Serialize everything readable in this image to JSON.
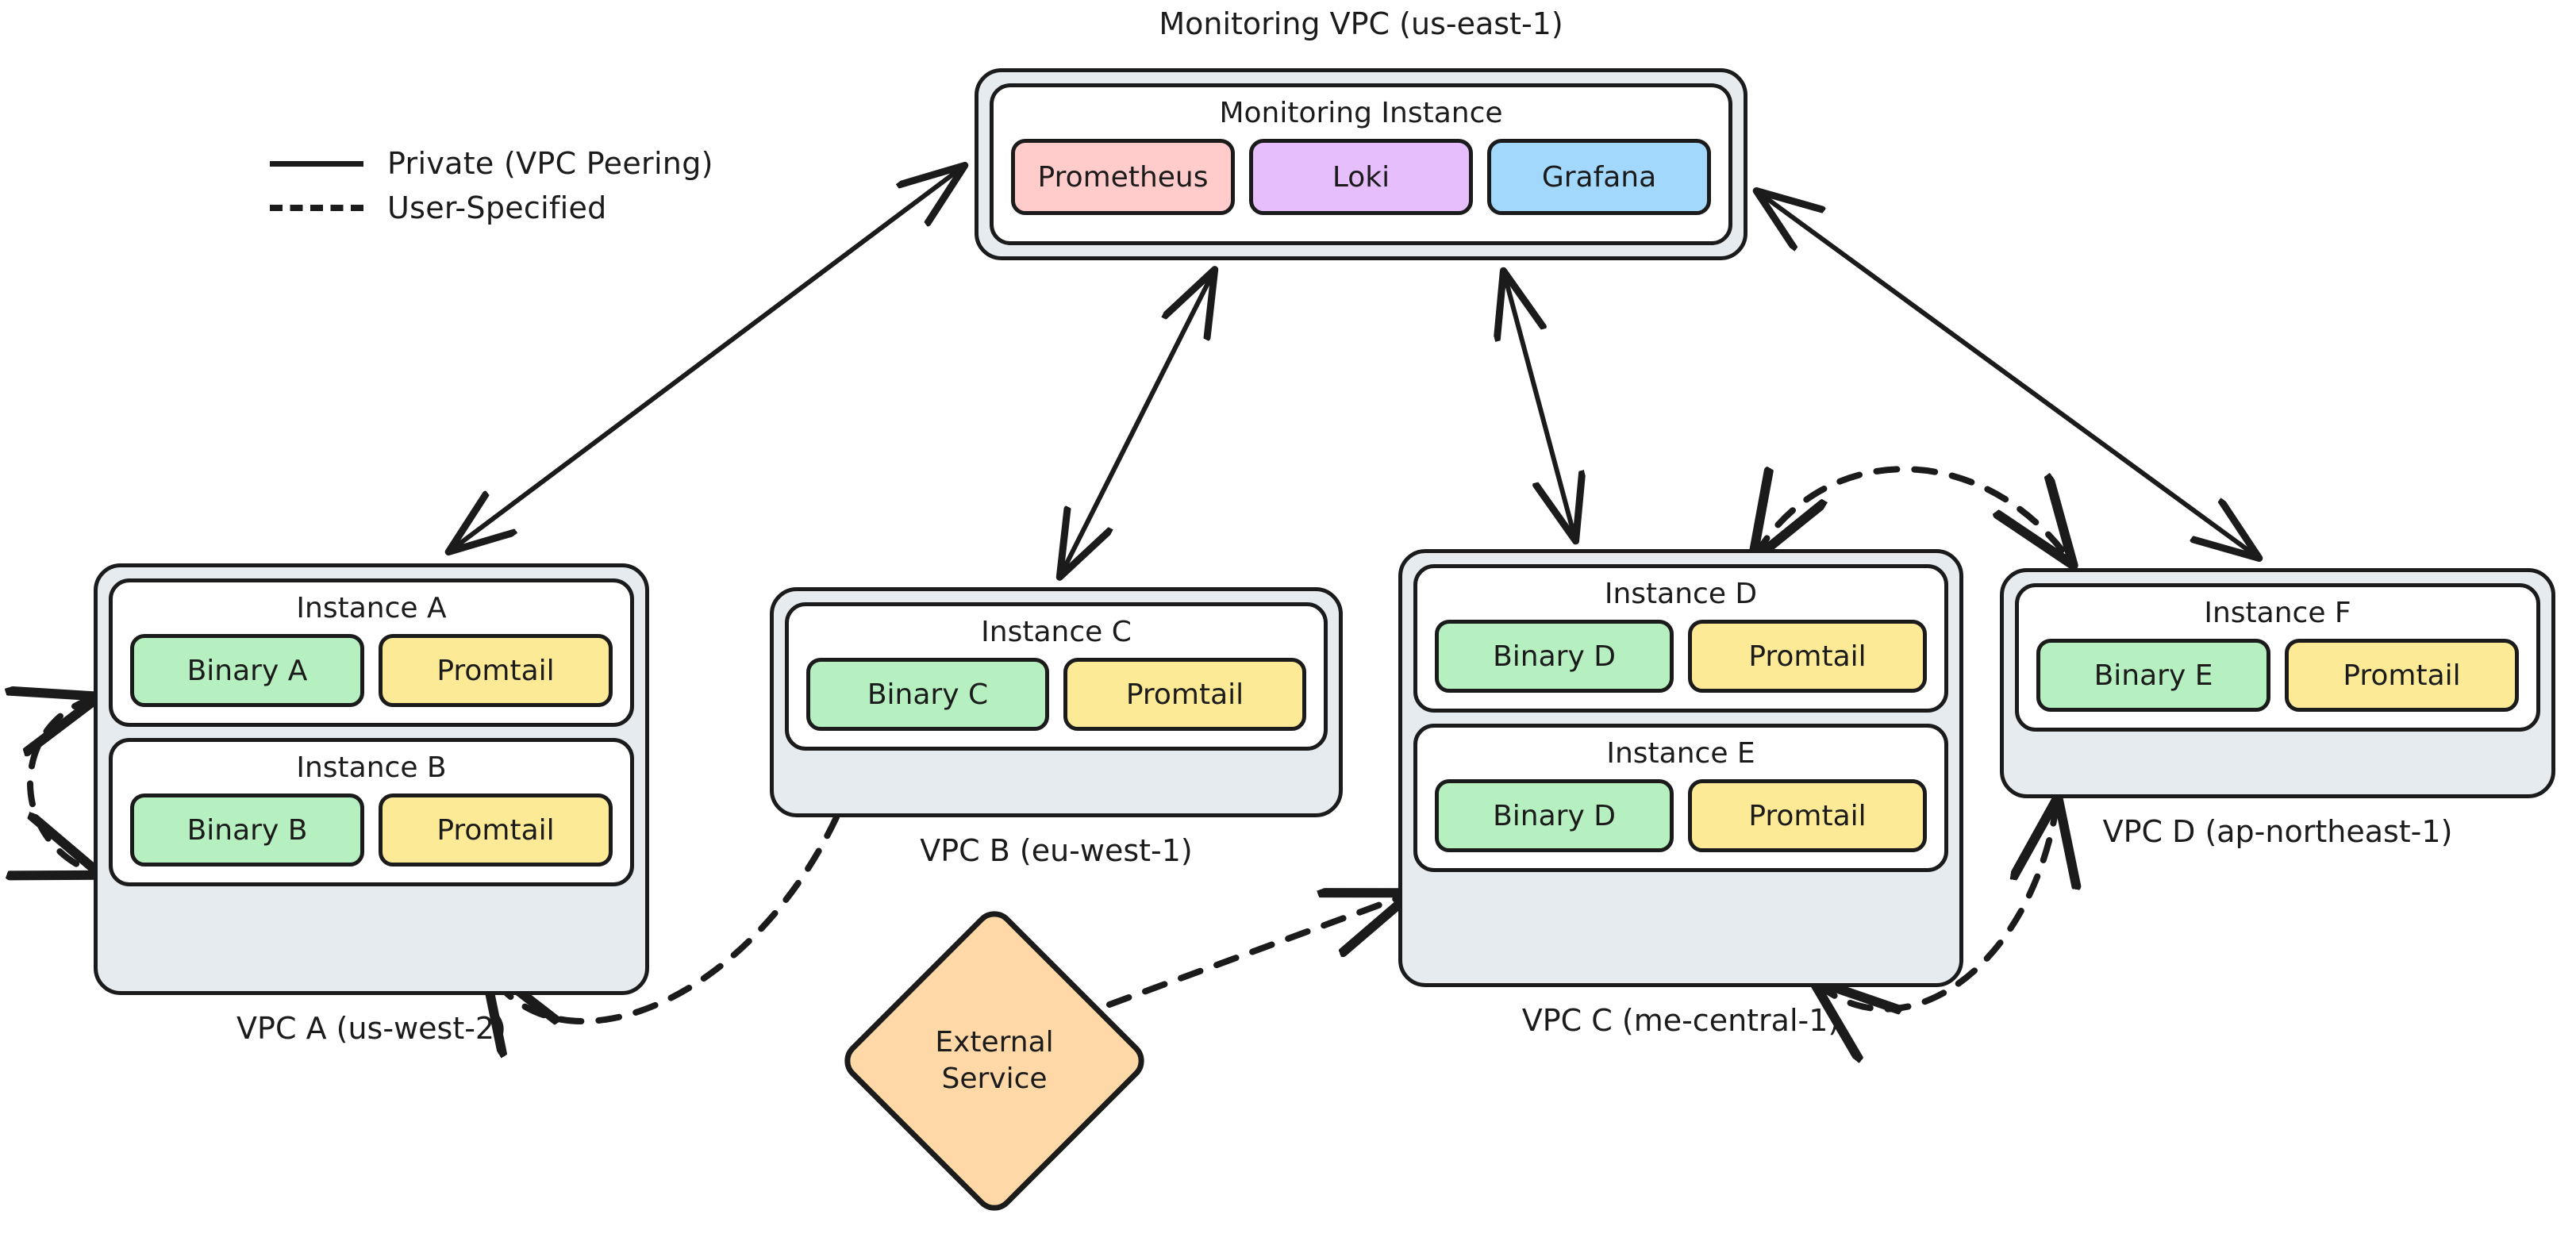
{
  "legend": {
    "items": [
      {
        "label": "Private (VPC Peering)",
        "style": "solid"
      },
      {
        "label": "User-Specified",
        "style": "dashed"
      }
    ]
  },
  "monitoring_vpc": {
    "caption": "Monitoring VPC (us-east-1)",
    "instance": {
      "title": "Monitoring Instance",
      "components": [
        {
          "label": "Prometheus",
          "color": "#FFCCCB"
        },
        {
          "label": "Loki",
          "color": "#E6BEFC"
        },
        {
          "label": "Grafana",
          "color": "#A3D8FD"
        }
      ]
    }
  },
  "vpcs": [
    {
      "id": "vpc-a",
      "caption": "VPC A (us-west-2)",
      "instances": [
        {
          "title": "Instance A",
          "components": [
            {
              "label": "Binary A",
              "color": "#B6EFC0"
            },
            {
              "label": "Promtail",
              "color": "#FCEA96"
            }
          ]
        },
        {
          "title": "Instance B",
          "components": [
            {
              "label": "Binary B",
              "color": "#B6EFC0"
            },
            {
              "label": "Promtail",
              "color": "#FCEA96"
            }
          ]
        }
      ]
    },
    {
      "id": "vpc-b",
      "caption": "VPC B (eu-west-1)",
      "instances": [
        {
          "title": "Instance C",
          "components": [
            {
              "label": "Binary C",
              "color": "#B6EFC0"
            },
            {
              "label": "Promtail",
              "color": "#FCEA96"
            }
          ]
        }
      ]
    },
    {
      "id": "vpc-c",
      "caption": "VPC C (me-central-1)",
      "instances": [
        {
          "title": "Instance D",
          "components": [
            {
              "label": "Binary D",
              "color": "#B6EFC0"
            },
            {
              "label": "Promtail",
              "color": "#FCEA96"
            }
          ]
        },
        {
          "title": "Instance E",
          "components": [
            {
              "label": "Binary D",
              "color": "#B6EFC0"
            },
            {
              "label": "Promtail",
              "color": "#FCEA96"
            }
          ]
        }
      ]
    },
    {
      "id": "vpc-d",
      "caption": "VPC D (ap-northeast-1)",
      "instances": [
        {
          "title": "Instance F",
          "components": [
            {
              "label": "Binary E",
              "color": "#B6EFC0"
            },
            {
              "label": "Promtail",
              "color": "#FCEA96"
            }
          ]
        }
      ]
    }
  ],
  "external_service": {
    "line1": "External",
    "line2": "Service"
  },
  "connections": [
    {
      "from": "Monitoring VPC (us-east-1)",
      "to": "VPC A (us-west-2)",
      "style": "solid",
      "direction": "bidirectional"
    },
    {
      "from": "Monitoring VPC (us-east-1)",
      "to": "VPC B (eu-west-1)",
      "style": "solid",
      "direction": "bidirectional"
    },
    {
      "from": "Monitoring VPC (us-east-1)",
      "to": "VPC C (me-central-1)",
      "style": "solid",
      "direction": "bidirectional"
    },
    {
      "from": "Monitoring VPC (us-east-1)",
      "to": "VPC D (ap-northeast-1)",
      "style": "solid",
      "direction": "bidirectional"
    },
    {
      "from": "Instance A",
      "to": "Instance B",
      "style": "dashed",
      "direction": "bidirectional"
    },
    {
      "from": "VPC B (eu-west-1)",
      "to": "VPC A (us-west-2)",
      "style": "dashed",
      "direction": "unidirectional"
    },
    {
      "from": "External Service",
      "to": "Instance E",
      "style": "dashed",
      "direction": "unidirectional"
    },
    {
      "from": "VPC C (me-central-1)",
      "to": "VPC D (ap-northeast-1)",
      "style": "dashed",
      "direction": "bidirectional"
    },
    {
      "from": "VPC D (ap-northeast-1)",
      "to": "VPC C (me-central-1)",
      "style": "dashed",
      "direction": "bidirectional"
    }
  ],
  "palette": {
    "stroke": "#1B1B1B",
    "vpc_fill": "#E6EBEF",
    "instance_fill": "#FFFFFF",
    "binary": "#B6EFC0",
    "promtail": "#FCEA96",
    "external": "#FFD8A8"
  }
}
